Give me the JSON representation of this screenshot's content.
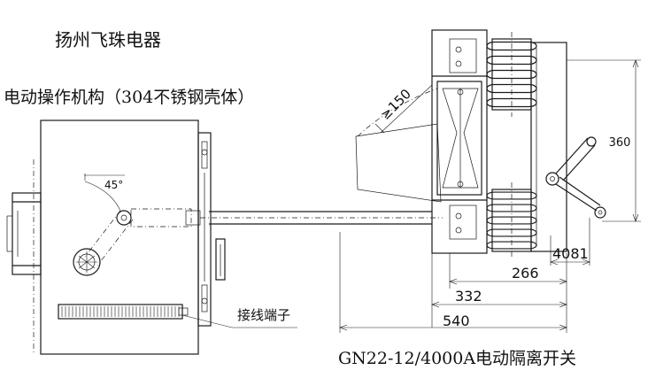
{
  "labels": {
    "company": "扬州飞珠电器",
    "mechanism": "电动操作机构（304不锈钢壳体）",
    "terminal": "接线端子",
    "product": "GN22-12/4000A电动隔离开关"
  },
  "dimensions": {
    "angle_45": "45°",
    "angle_150": "≥150",
    "d360": "360",
    "d4081": "4081",
    "d266": "266",
    "d332": "332",
    "d540": "540"
  }
}
